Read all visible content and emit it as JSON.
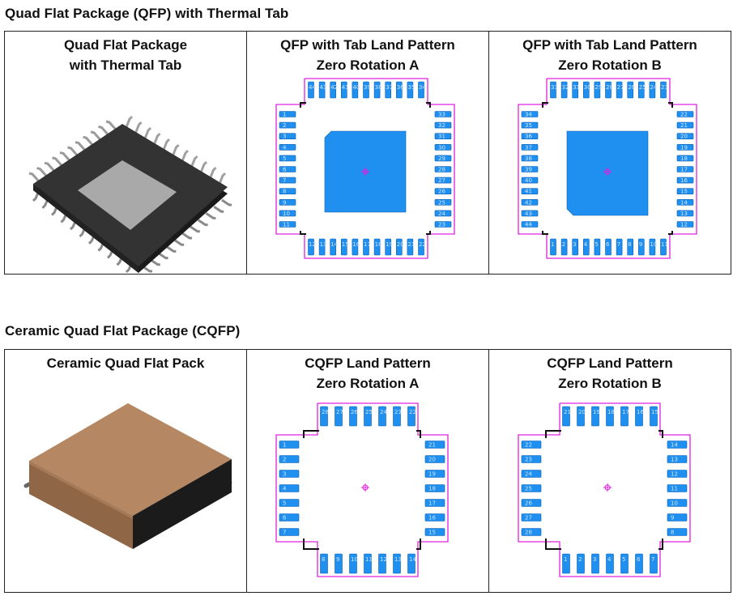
{
  "sections": [
    {
      "title": "Quad Flat Package (QFP) with Thermal Tab",
      "cells": [
        {
          "line1": "Quad Flat Package",
          "line2": "with Thermal Tab"
        },
        {
          "line1": "QFP with Tab Land Pattern",
          "line2": "Zero Rotation A"
        },
        {
          "line1": "QFP with Tab Land Pattern",
          "line2": "Zero Rotation B"
        }
      ]
    },
    {
      "title": "Ceramic Quad Flat Package (CQFP)",
      "cells": [
        {
          "line1": "Ceramic Quad Flat Pack",
          "line2": ""
        },
        {
          "line1": "CQFP Land Pattern",
          "line2": "Zero Rotation A"
        },
        {
          "line1": "CQFP Land Pattern",
          "line2": "Zero Rotation B"
        }
      ]
    }
  ],
  "colors": {
    "pad": "#1f8ff0",
    "courtyard": "#e020e0",
    "silkscreen": "#111111",
    "qfp_body": "#2b2b2b",
    "qfp_tab": "#a8a8a8",
    "cqfp_body": "#b58863"
  },
  "pins": {
    "qfp_a": {
      "left": [
        "1",
        "2",
        "3",
        "4",
        "5",
        "6",
        "7",
        "8",
        "9",
        "10",
        "11"
      ],
      "bottom": [
        "12",
        "13",
        "14",
        "15",
        "16",
        "17",
        "18",
        "19",
        "20",
        "21",
        "22"
      ],
      "right": [
        "33",
        "32",
        "31",
        "30",
        "29",
        "28",
        "27",
        "26",
        "25",
        "24",
        "23"
      ],
      "top": [
        "44",
        "43",
        "42",
        "41",
        "40",
        "39",
        "38",
        "37",
        "36",
        "35",
        "34"
      ]
    },
    "qfp_b": {
      "left": [
        "34",
        "35",
        "36",
        "37",
        "38",
        "39",
        "40",
        "41",
        "42",
        "43",
        "44"
      ],
      "bottom": [
        "1",
        "2",
        "3",
        "4",
        "5",
        "6",
        "7",
        "8",
        "9",
        "10",
        "11"
      ],
      "right": [
        "22",
        "21",
        "20",
        "19",
        "18",
        "17",
        "16",
        "15",
        "14",
        "13",
        "12"
      ],
      "top": [
        "33",
        "32",
        "31",
        "30",
        "29",
        "28",
        "27",
        "26",
        "25",
        "24",
        "23"
      ]
    },
    "cqfp_a": {
      "left": [
        "1",
        "2",
        "3",
        "4",
        "5",
        "6",
        "7"
      ],
      "bottom": [
        "8",
        "9",
        "10",
        "11",
        "12",
        "13",
        "14"
      ],
      "right": [
        "21",
        "20",
        "19",
        "18",
        "17",
        "16",
        "15"
      ],
      "top": [
        "28",
        "27",
        "26",
        "25",
        "24",
        "23",
        "22"
      ]
    },
    "cqfp_b": {
      "left": [
        "22",
        "23",
        "24",
        "25",
        "26",
        "27",
        "28"
      ],
      "bottom": [
        "1",
        "2",
        "3",
        "4",
        "5",
        "6",
        "7"
      ],
      "right": [
        "14",
        "13",
        "12",
        "11",
        "10",
        "9",
        "8"
      ],
      "top": [
        "21",
        "20",
        "19",
        "18",
        "17",
        "16",
        "15"
      ]
    }
  }
}
